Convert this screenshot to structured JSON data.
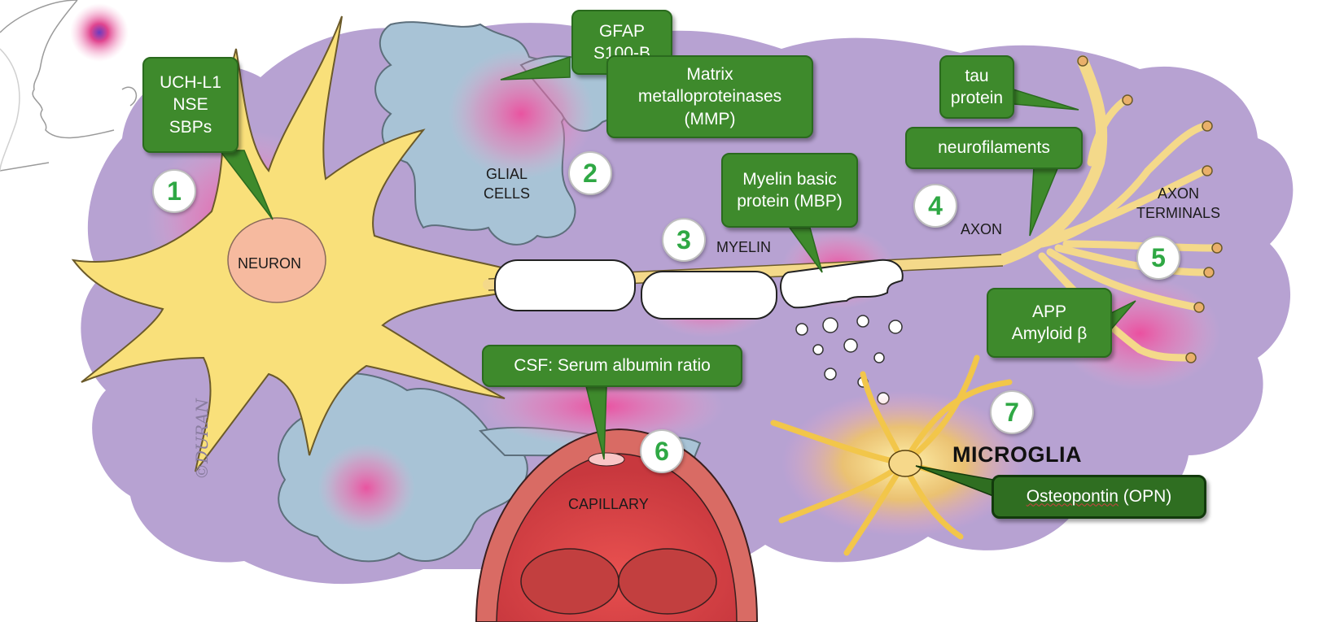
{
  "diagram": {
    "colors": {
      "background_blob": "#b7a2d2",
      "neuron": "#f9e07a",
      "glial": "#a8c3d6",
      "myelin": "#ffffff",
      "capillary": "#d9454f",
      "microglia": "#f2c64a",
      "callout_fill": "#3e8a2c",
      "marker_number": "#2fa844",
      "injury_glow": "#ec3f8f"
    },
    "callouts": {
      "neuron_markers": [
        "UCH-L1",
        "NSE",
        "SBPs"
      ],
      "glial_markers": [
        "GFAP",
        "S100-B"
      ],
      "mmp": [
        "Matrix",
        "metalloproteinases",
        "(MMP)"
      ],
      "mbp": [
        "Myelin basic",
        "protein (MBP)"
      ],
      "tau": [
        "tau",
        "protein"
      ],
      "neurofilaments": "neurofilaments",
      "app": [
        "APP",
        "Amyloid β"
      ],
      "csf": "CSF: Serum albumin ratio",
      "opn": {
        "word": "Osteopontin",
        "abbr": "(OPN)"
      }
    },
    "markers": [
      "1",
      "2",
      "3",
      "4",
      "5",
      "6",
      "7"
    ],
    "labels": {
      "neuron": "NEURON",
      "glial": [
        "GLIAL",
        "CELLS"
      ],
      "myelin": "MYELIN",
      "axon": "AXON",
      "axon_terminals": [
        "AXON",
        "TERMINALS"
      ],
      "capillary": "CAPILLARY",
      "microglia": "MICROGLIA"
    },
    "signature": "©DURAN",
    "icons": [
      "head-silhouette-icon",
      "injury-glow-icon"
    ]
  }
}
